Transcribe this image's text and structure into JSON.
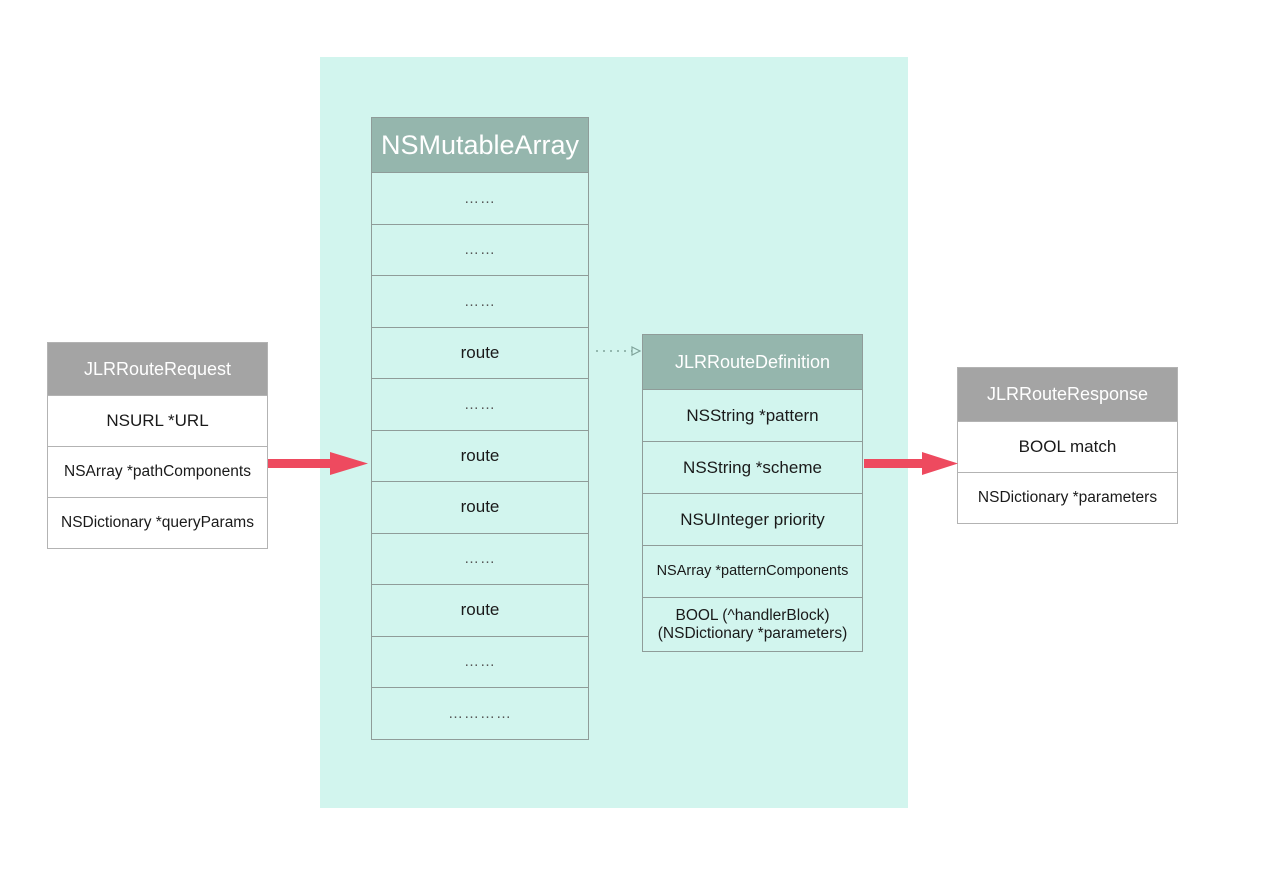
{
  "request": {
    "title": "JLRRouteRequest",
    "fields": [
      "NSURL *URL",
      "NSArray *pathComponents",
      "NSDictionary *queryParams"
    ]
  },
  "array": {
    "title": "NSMutableArray",
    "rows": [
      "……",
      "……",
      "……",
      "route",
      "……",
      "route",
      "route",
      "……",
      "route",
      "……",
      "…………"
    ]
  },
  "definition": {
    "title": "JLRRouteDefinition",
    "fields": [
      "NSString *pattern",
      "NSString *scheme",
      "NSUInteger priority",
      "NSArray *patternComponents"
    ],
    "block_line1": "BOOL (^handlerBlock)",
    "block_line2": "(NSDictionary *parameters)"
  },
  "response": {
    "title": "JLRRouteResponse",
    "fields": [
      "BOOL match",
      "NSDictionary *parameters"
    ]
  },
  "colors": {
    "container": "#d2f5ee",
    "header_teal": "#95b6ad",
    "header_gray": "#a4a4a4",
    "arrow": "#ee4a5f"
  }
}
